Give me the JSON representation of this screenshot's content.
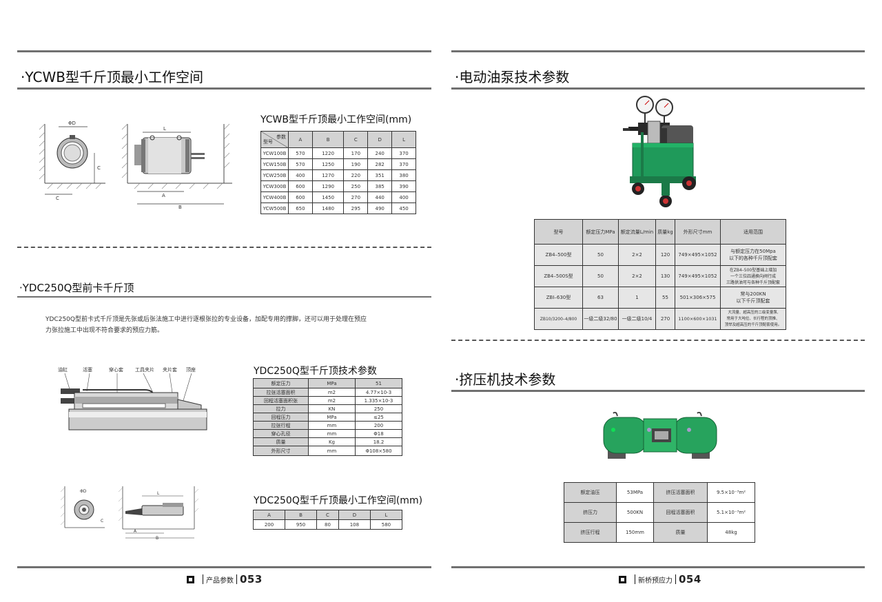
{
  "left": {
    "title1": "·YCWB型千斤顶最小工作空间",
    "ycwb_table": {
      "title": "YCWB型千斤顶最小工作空间(mm)",
      "corner_top": "参数",
      "corner_bottom": "型号",
      "headers": [
        "A",
        "B",
        "C",
        "D",
        "L"
      ],
      "rows": [
        [
          "YCW100B",
          "570",
          "1220",
          "170",
          "240",
          "370"
        ],
        [
          "YCW150B",
          "570",
          "1250",
          "190",
          "282",
          "370"
        ],
        [
          "YCW250B",
          "400",
          "1270",
          "220",
          "351",
          "380"
        ],
        [
          "YCW300B",
          "600",
          "1290",
          "250",
          "385",
          "390"
        ],
        [
          "YCW400B",
          "600",
          "1450",
          "270",
          "440",
          "400"
        ],
        [
          "YCW500B",
          "650",
          "1480",
          "295",
          "490",
          "450"
        ]
      ]
    },
    "diagram1_labels": {
      "d": "ΦD",
      "c1": "C",
      "c2": "C",
      "l": "L",
      "a": "A",
      "b": "B"
    },
    "title2": "·YDC250Q型前卡千斤顶",
    "para_line1": "YDC250Q型前卡式千斤顶是先张或后张法施工中进行逐根张拉的专业设备，加配专用的撑脚，还可以用于处理在预应",
    "para_line2": "力张拉施工中出现不符合要求的预应力筋。",
    "part_labels": [
      "油缸",
      "活塞",
      "穿心套",
      "工具夹片",
      "夹片套",
      "顶座"
    ],
    "ydc_spec": {
      "title": "YDC250Q型千斤顶技术参数",
      "rows": [
        [
          "额定压力",
          "MPa",
          "51"
        ],
        [
          "拉张活塞面积",
          "m2",
          "4.77×10-3"
        ],
        [
          "回程活塞面积张",
          "m2",
          "1.335×10-3"
        ],
        [
          "拉力",
          "KN",
          "250"
        ],
        [
          "回程压力",
          "MPa",
          "≤25"
        ],
        [
          "拉张行程",
          "mm",
          "200"
        ],
        [
          "穿心孔径",
          "mm",
          "Φ18"
        ],
        [
          "质量",
          "Kg",
          "18.2"
        ],
        [
          "外形尺寸",
          "mm",
          "Φ108×580"
        ]
      ]
    },
    "diagram2_labels": {
      "d": "ΦD",
      "l": "L",
      "a": "A",
      "b": "B",
      "c": "C"
    },
    "ydc_space": {
      "title": "YDC250Q型千斤顶最小工作空间(mm)",
      "headers": [
        "A",
        "B",
        "C",
        "D",
        "L"
      ],
      "row": [
        "200",
        "950",
        "80",
        "108",
        "580"
      ]
    },
    "footer_label": "产品参数",
    "page": "053"
  },
  "right": {
    "title1": "·电动油泵技术参数",
    "pump_table": {
      "headers": [
        "型号",
        "额定压力MPa",
        "额定流量L/min",
        "质量kg",
        "外形尺寸mm",
        "适用范围"
      ],
      "rows": [
        [
          "ZB4–500型",
          "50",
          "2×2",
          "120",
          "749×495×1052",
          "与额定压力在50Mpa",
          "以下的各种千斤顶配套",
          ""
        ],
        [
          "ZB4–500S型",
          "50",
          "2×2",
          "130",
          "749×495×1052",
          "在ZB4–500型基础上增加",
          "一个三位四通换向阀行成",
          "三路供油可与各种千斤顶配套"
        ],
        [
          "ZBI–630型",
          "63",
          "1",
          "55",
          "501×306×575",
          "常与200KN",
          "以下千斤顶配套",
          ""
        ],
        [
          "ZB10/3200–4/800",
          "一级二级32/80",
          "一级二级10/4",
          "270",
          "1100×600×1031",
          "大流量、超高压的二级变量泵,",
          "常用于大吨位、长行程的顶推、",
          "顶举及超高压的千斤顶配套使用。"
        ]
      ]
    },
    "title2": "·挤压机技术参数",
    "press_table": {
      "rows": [
        [
          "额定油压",
          "53MPa",
          "挤压活塞面积",
          "9.5×10⁻³m²"
        ],
        [
          "挤压力",
          "500KN",
          "回程活塞面积",
          "5.1×10⁻³m²"
        ],
        [
          "挤压行程",
          "150mm",
          "质量",
          "48kg"
        ]
      ]
    },
    "footer_label": "新桥预应力",
    "page": "054"
  },
  "colors": {
    "machine_green": "#1f9a5a",
    "rule_gray": "#707070",
    "table_header_gray": "#d3d3d3"
  },
  "icons": [
    "pressure-gauge-icon",
    "square-bullet-icon"
  ]
}
